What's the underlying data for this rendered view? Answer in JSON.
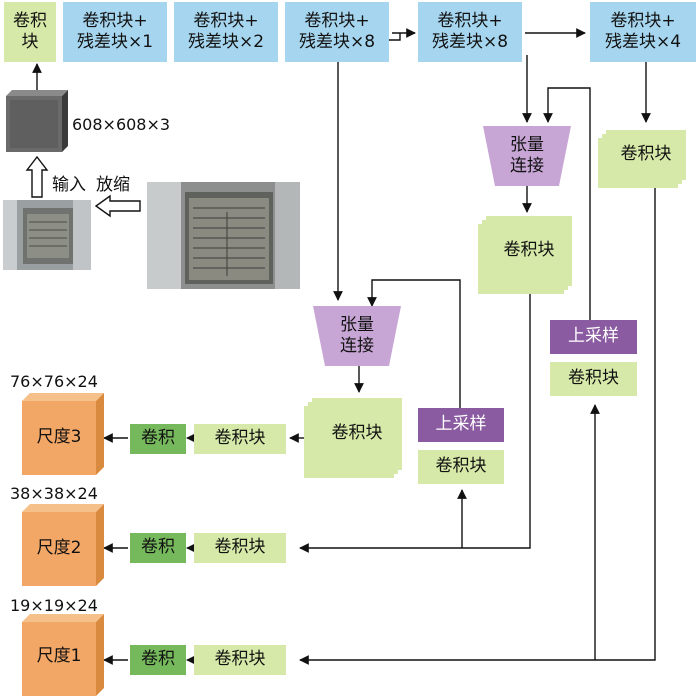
{
  "colors": {
    "blue_block": "#a6d6ef",
    "green_block": "#d6e9a8",
    "conv_block": "#76b85c",
    "upsample_block": "#8a5ba0",
    "concat_block": "#c7a6d6",
    "scale_block": "#f2a766",
    "input_cube": "#5b5b5b"
  },
  "backbone": {
    "first": "卷积\n块",
    "stages": [
      "卷积块+\n残差块×1",
      "卷积块+\n残差块×2",
      "卷积块+\n残差块×8",
      "卷积块+\n残差块×8",
      "卷积块+\n残差块×4"
    ]
  },
  "input": {
    "size_label": "608×608×3",
    "input_label": "输入",
    "resize_label": "放缩"
  },
  "neck": {
    "concat_top": "张量\n连接",
    "concat_mid": "张量\n连接",
    "conv_block_right": "卷积块",
    "conv_block_top": "卷积块",
    "conv_block_mid": "卷积块",
    "upsample_right": "上采样",
    "upsample_mid": "上采样",
    "conv_after_up_right": "卷积块",
    "conv_after_up_mid": "卷积块"
  },
  "heads": [
    {
      "size": "76×76×24",
      "scale": "尺度3",
      "conv": "卷积",
      "block": "卷积块"
    },
    {
      "size": "38×38×24",
      "scale": "尺度2",
      "conv": "卷积",
      "block": "卷积块"
    },
    {
      "size": "19×19×24",
      "scale": "尺度1",
      "conv": "卷积",
      "block": "卷积块"
    }
  ]
}
